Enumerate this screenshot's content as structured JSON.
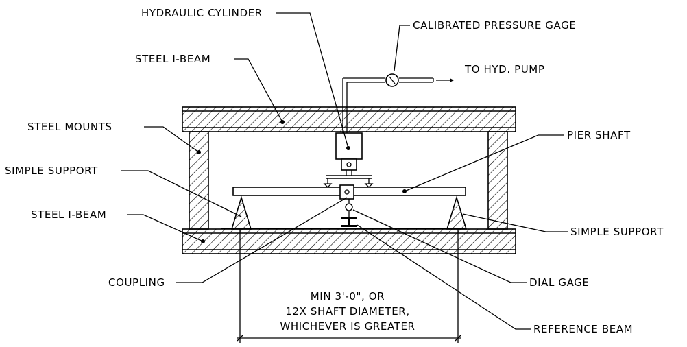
{
  "labels": {
    "hydraulic_cylinder": "HYDRAULIC CYLINDER",
    "calibrated_pressure_gage": "CALIBRATED PRESSURE GAGE",
    "steel_i_beam_top": "STEEL I-BEAM",
    "to_hyd_pump": "TO HYD. PUMP",
    "steel_mounts": "STEEL MOUNTS",
    "pier_shaft": "PIER SHAFT",
    "simple_support_left": "SIMPLE SUPPORT",
    "steel_i_beam_bottom": "STEEL I-BEAM",
    "simple_support_right": "SIMPLE SUPPORT",
    "coupling": "COUPLING",
    "dial_gage": "DIAL GAGE",
    "reference_beam": "REFERENCE BEAM",
    "span_note_line1": "MIN 3'-0\", OR",
    "span_note_line2": "12X SHAFT DIAMETER,",
    "span_note_line3": "WHICHEVER IS GREATER"
  }
}
